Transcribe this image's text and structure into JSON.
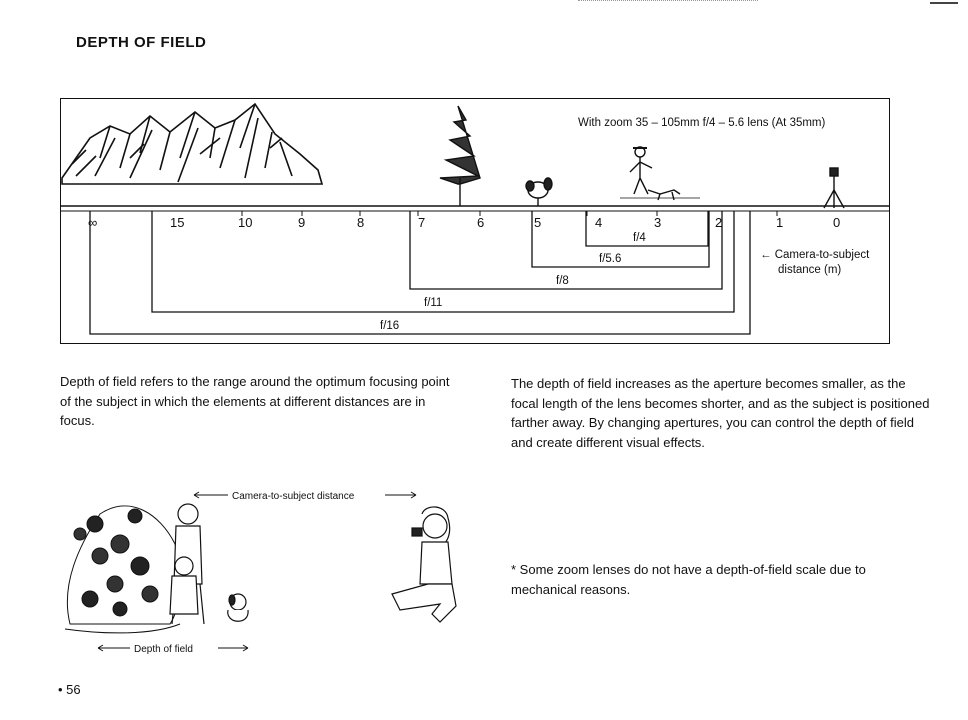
{
  "page": {
    "title": "DEPTH OF FIELD",
    "page_number": "• 56"
  },
  "diagram": {
    "lens_note": "With zoom 35 – 105mm f/4 – 5.6 lens (At 35mm)",
    "scale_ticks": [
      "∞",
      "15",
      "10",
      "9",
      "8",
      "7",
      "6",
      "5",
      "4",
      "3",
      "2",
      "1",
      "0"
    ],
    "distance_label_line1": "← Camera-to-subject",
    "distance_label_line2": "distance (m)",
    "apertures": [
      "f/4",
      "f/5.6",
      "f/8",
      "f/11",
      "f/16"
    ]
  },
  "text": {
    "left_paragraph": "Depth of field refers to the range around the optimum focusing point of the subject in which the elements at different distances are in focus.",
    "right_paragraph": "The depth of field increases as the aperture becomes smaller, as the focal length of the lens becomes shorter, and as the subject is positioned farther away. By changing apertures, you can control the depth of field and create different visual effects.",
    "footnote": "* Some zoom lenses do not have a depth-of-field scale due to mechanical reasons."
  },
  "illustration": {
    "top_label": "Camera-to-subject distance",
    "bottom_label": "Depth of field"
  }
}
